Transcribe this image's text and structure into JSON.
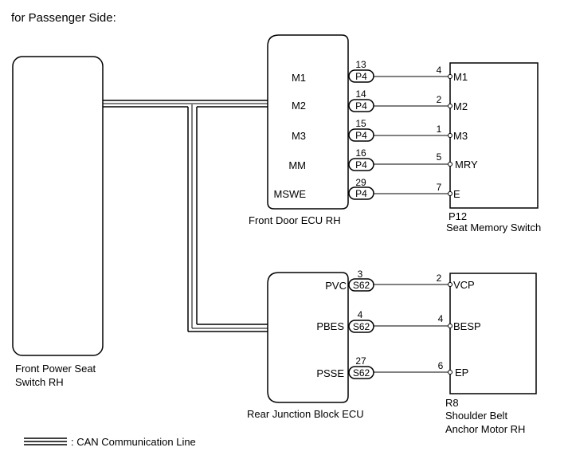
{
  "title": "for Passenger Side:",
  "components": {
    "front_power_seat": {
      "label_lines": [
        "Front Power Seat",
        "Switch RH"
      ]
    },
    "front_door_ecu": {
      "label": "Front Door ECU RH",
      "pins": [
        {
          "name": "M1",
          "connector": "P4",
          "pin": "13"
        },
        {
          "name": "M2",
          "connector": "P4",
          "pin": "14"
        },
        {
          "name": "M3",
          "connector": "P4",
          "pin": "15"
        },
        {
          "name": "MM",
          "connector": "P4",
          "pin": "16"
        },
        {
          "name": "MSWE",
          "connector": "P4",
          "pin": "29"
        }
      ]
    },
    "seat_memory_switch": {
      "code": "P12",
      "label": "Seat Memory Switch",
      "pins": [
        {
          "name": "M1",
          "pin": "4"
        },
        {
          "name": "M2",
          "pin": "2"
        },
        {
          "name": "M3",
          "pin": "1"
        },
        {
          "name": "MRY",
          "pin": "5"
        },
        {
          "name": "E",
          "pin": "7"
        }
      ]
    },
    "rear_junction_block": {
      "label": "Rear Junction Block ECU",
      "pins": [
        {
          "name": "PVC",
          "connector": "S62",
          "pin": "3"
        },
        {
          "name": "PBES",
          "connector": "S62",
          "pin": "4"
        },
        {
          "name": "PSSE",
          "connector": "S62",
          "pin": "27"
        }
      ]
    },
    "shoulder_belt_motor": {
      "code": "R8",
      "label_lines": [
        "Shoulder Belt",
        "Anchor Motor RH"
      ],
      "pins": [
        {
          "name": "VCP",
          "pin": "2"
        },
        {
          "name": "BESP",
          "pin": "4"
        },
        {
          "name": "EP",
          "pin": "6"
        }
      ]
    }
  },
  "legend": {
    "label": ": CAN Communication Line"
  }
}
